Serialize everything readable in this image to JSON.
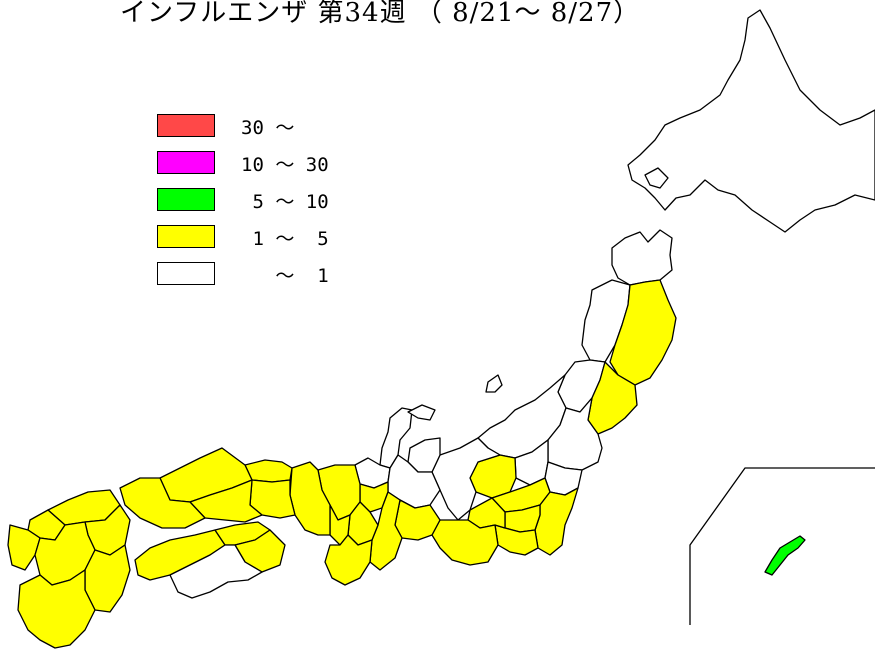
{
  "title": "インフルエンザ 第34週 （ 8/21～ 8/27）",
  "legend": [
    {
      "label": "30 ～",
      "color": "#ff4848"
    },
    {
      "label": "10 ～ 30",
      "color": "#ff00ff"
    },
    {
      "label": " 5 ～ 10",
      "color": "#00ff00"
    },
    {
      "label": " 1 ～  5",
      "color": "#ffff00"
    },
    {
      "label": "   ～  1",
      "color": "#ffffff"
    }
  ],
  "colors": {
    "level_1_5": "#ffff00",
    "level_lt1": "#ffffff",
    "level_5_10": "#00ff00",
    "border": "#000000"
  }
}
